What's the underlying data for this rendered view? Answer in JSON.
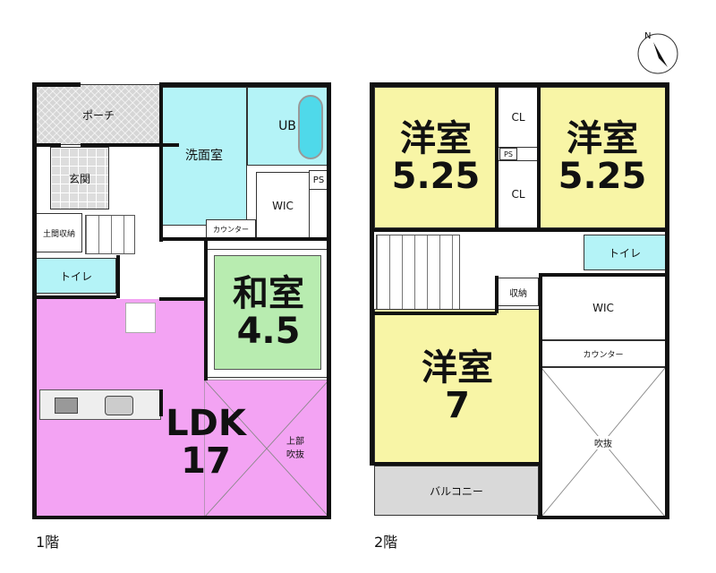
{
  "floor1": {
    "label": "1階",
    "rooms": {
      "porch": "ポーチ",
      "genkan": "玄関",
      "washroom": "洗面室",
      "bath": "UB",
      "ps": "PS",
      "wic": "WIC",
      "counter": "カウンター",
      "doma_storage": "土間収納",
      "toilet": "トイレ",
      "washitsu_name": "和室",
      "washitsu_size": "4.5",
      "ldk_name": "LDK",
      "ldk_size": "17",
      "void_line1": "上部",
      "void_line2": "吹抜"
    }
  },
  "floor2": {
    "label": "2階",
    "rooms": {
      "west_room_name": "洋室",
      "west_room_size": "5.25",
      "east_room_name": "洋室",
      "east_room_size": "5.25",
      "cl_upper": "CL",
      "cl_lower": "CL",
      "ps": "PS",
      "toilet": "トイレ",
      "storage": "収納",
      "wic": "WIC",
      "counter": "カウンター",
      "south_room_name": "洋室",
      "south_room_size": "7",
      "void": "吹抜",
      "balcony": "バルコニー"
    }
  },
  "compass": {
    "label": "N"
  }
}
